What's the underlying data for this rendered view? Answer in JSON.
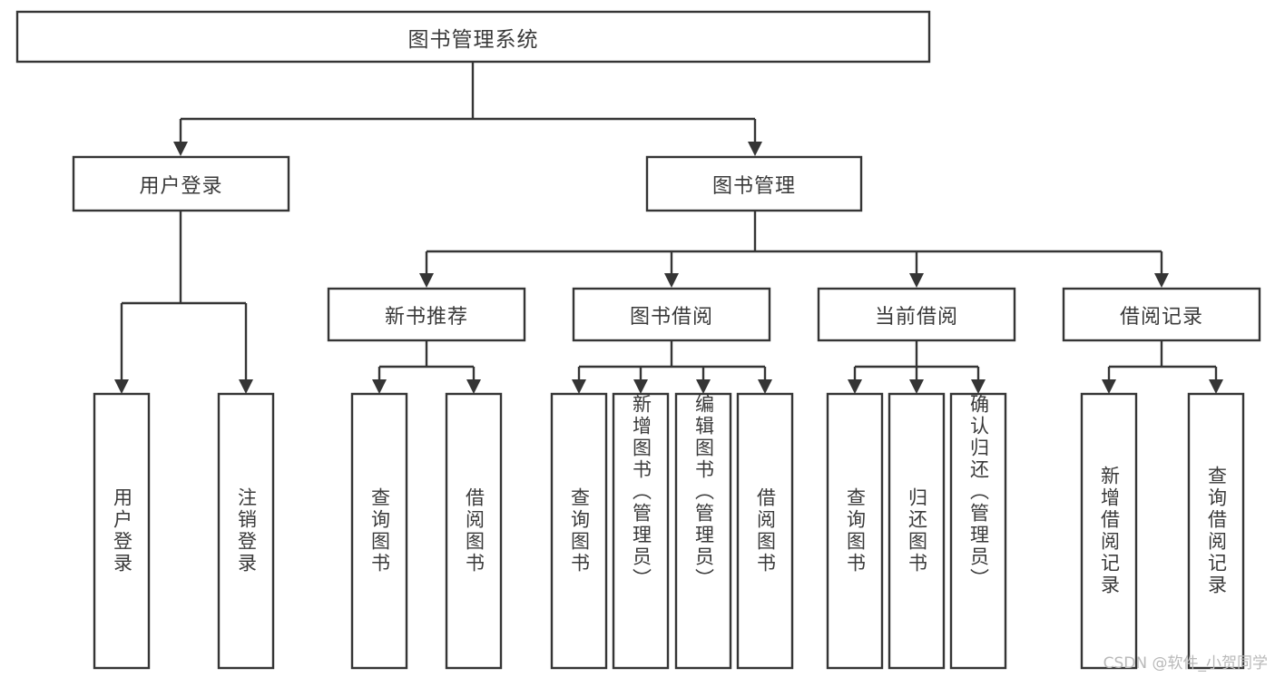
{
  "diagram": {
    "type": "tree-hierarchy-chart",
    "title": "图书管理系统",
    "watermark": "CSDN @软件_小贺同学",
    "colors": {
      "stroke": "#353535",
      "text": "#3a3a3a",
      "background": "#ffffff",
      "watermark": "#b9b9b9"
    },
    "levels": {
      "root": {
        "label": "图书管理系统"
      },
      "level1": [
        {
          "label": "用户登录"
        },
        {
          "label": "图书管理"
        }
      ],
      "level2": [
        {
          "label": "新书推荐"
        },
        {
          "label": "图书借阅"
        },
        {
          "label": "当前借阅"
        },
        {
          "label": "借阅记录"
        }
      ]
    },
    "leaves": {
      "user_login": [
        {
          "label": "用户登录"
        },
        {
          "label": "注销登录"
        }
      ],
      "new_book_recommend": [
        {
          "label": "查询图书"
        },
        {
          "label": "借阅图书"
        }
      ],
      "book_borrow": [
        {
          "label": "查询图书"
        },
        {
          "label": "新增图书（管理员）"
        },
        {
          "label": "编辑图书（管理员）"
        },
        {
          "label": "借阅图书"
        }
      ],
      "current_borrow": [
        {
          "label": "查询图书"
        },
        {
          "label": "归还图书"
        },
        {
          "label": "确认归还（管理员）"
        }
      ],
      "borrow_record": [
        {
          "label": "新增借阅记录"
        },
        {
          "label": "查询借阅记录"
        }
      ]
    }
  }
}
